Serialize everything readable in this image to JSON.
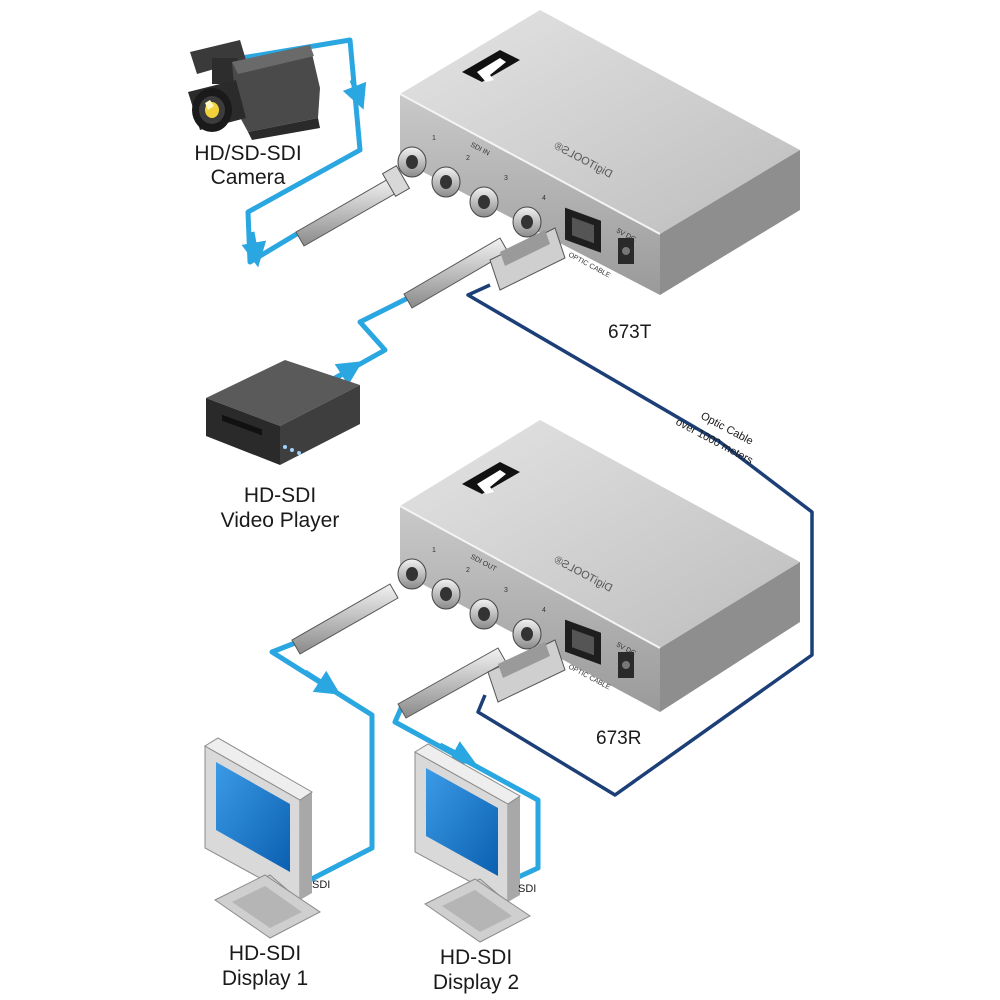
{
  "devices": {
    "camera": {
      "label_line1": "HD/SD-SDI",
      "label_line2": "Camera",
      "icon": "video-camera-icon"
    },
    "player": {
      "label_line1": "HD-SDI",
      "label_line2": "Video Player",
      "icon": "video-player-icon"
    },
    "display1": {
      "label_line1": "HD-SDI",
      "label_line2": "Display 1",
      "port_label": "SDI",
      "icon": "monitor-icon"
    },
    "display2": {
      "label_line1": "HD-SDI",
      "label_line2": "Display 2",
      "port_label": "SDI",
      "icon": "monitor-icon"
    },
    "transmitter": {
      "model": "673T",
      "brand": "DigiTOOLS®",
      "port_group": "SDI IN",
      "ports": [
        "1",
        "2",
        "3",
        "4"
      ],
      "optic_label": "OPTIC CABLE",
      "power_label": "5V DC"
    },
    "receiver": {
      "model": "673R",
      "brand": "DigiTOOLS®",
      "port_group": "SDI OUT",
      "ports": [
        "1",
        "2",
        "3",
        "4"
      ],
      "optic_label": "OPTIC CABLE",
      "power_label": "5V DC"
    }
  },
  "optic_cable": {
    "label_line1": "Optic Cable",
    "label_line2": "over 1000 meters"
  },
  "colors": {
    "sdi_cable": "#2aa7e0",
    "optic_cable": "#1c3f78",
    "device_body": "#cfcfcf"
  }
}
